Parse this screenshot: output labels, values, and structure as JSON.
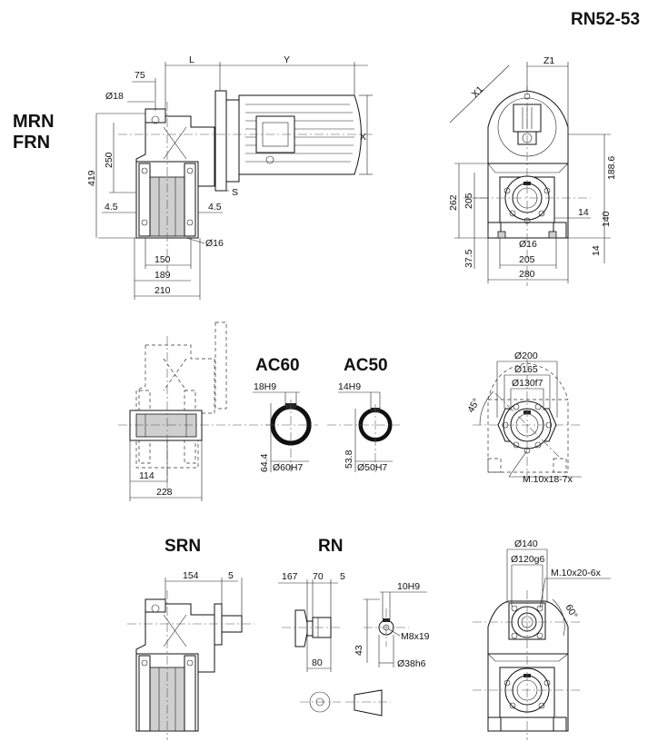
{
  "title": "RN52-53",
  "labels": {
    "mrn": "MRN",
    "frn": "FRN",
    "ac60": "AC60",
    "ac50": "AC50",
    "srn": "SRN",
    "rn": "RN"
  },
  "view_top_left": {
    "d75": "75",
    "dL": "L",
    "dY": "Y",
    "d18": "Ø18",
    "d250": "250",
    "d419": "419",
    "dX": "X",
    "dS": "S",
    "d45a": "4.5",
    "d45b": "4.5",
    "d16": "Ø16",
    "d150": "150",
    "d189": "189",
    "d210": "210"
  },
  "view_top_right": {
    "dZ1": "Z1",
    "dX1": "X1",
    "d1886": "188.6",
    "d262": "262",
    "d205v": "205",
    "d14a": "14",
    "d140": "140",
    "d16": "Ø16",
    "d375": "37.5",
    "d205h": "205",
    "d280": "280",
    "d14b": "14"
  },
  "view_middle_left": {
    "d114": "114",
    "d228": "228"
  },
  "view_ac60": {
    "d18h9": "18H9",
    "d644": "64.4",
    "d60h7": "Ø60H7"
  },
  "view_ac50": {
    "d14h9": "14H9",
    "d538": "53.8",
    "d50h7": "Ø50H7"
  },
  "view_middle_right": {
    "d200": "Ø200",
    "d165": "Ø165",
    "d130f7": "Ø130f7",
    "d45": "45°",
    "m10": "M.10x18-7x"
  },
  "view_srn": {
    "d154": "154",
    "d5": "5"
  },
  "view_rn": {
    "d167": "167",
    "d70": "70",
    "d5": "5",
    "d10h9": "10H9",
    "d43": "43",
    "dm8": "M8x19",
    "d80": "80",
    "d38h6": "Ø38h6"
  },
  "view_bottom_right": {
    "d140": "Ø140",
    "d120g6": "Ø120g6",
    "m10": "M.10x20-6x",
    "d60": "60°"
  }
}
